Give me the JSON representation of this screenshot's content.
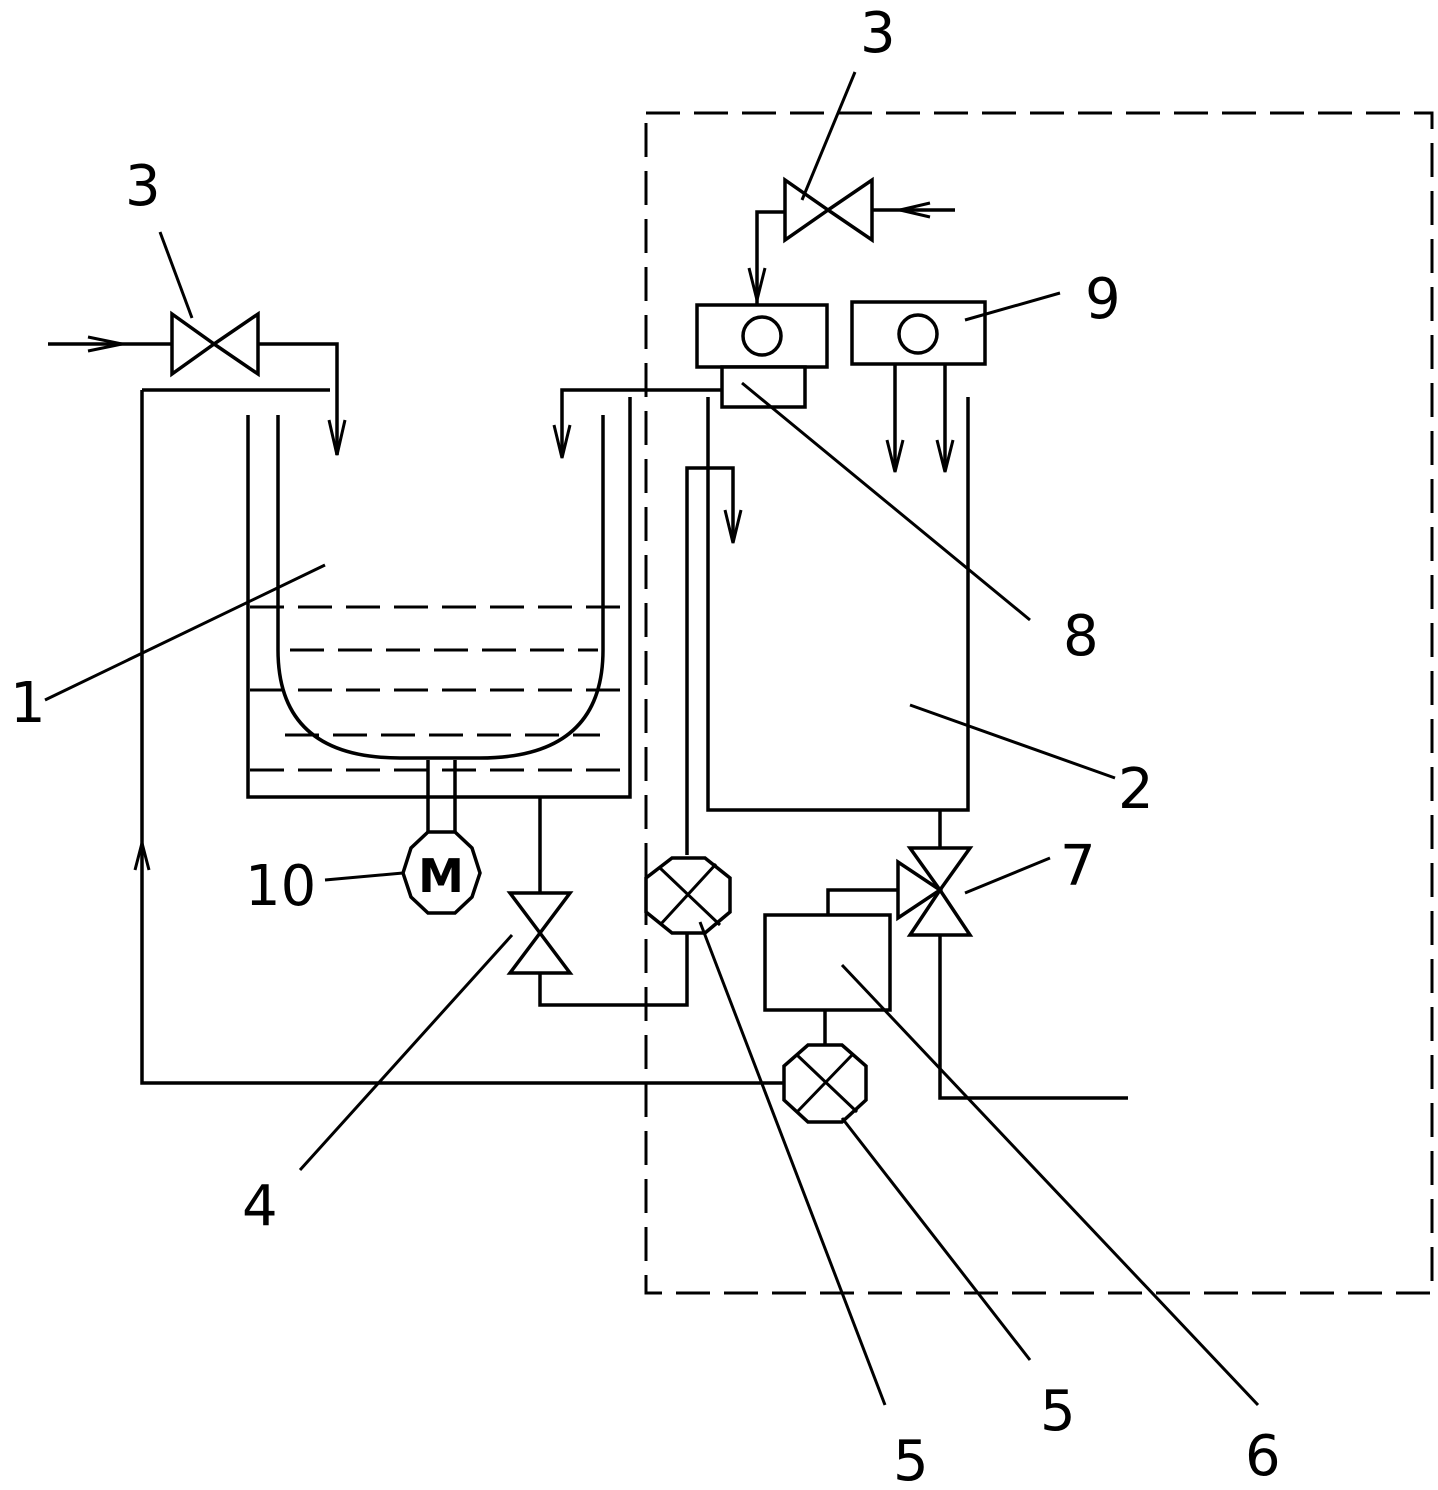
{
  "diagram": {
    "colors": {
      "stroke": "#000000",
      "background": "#ffffff"
    },
    "motor_symbol": "M",
    "labels": {
      "l1": "1",
      "l2": "2",
      "l3_left": "3",
      "l3_right": "3",
      "l4": "4",
      "l5_a": "5",
      "l5_b": "5",
      "l6": "6",
      "l7": "7",
      "l8": "8",
      "l9": "9",
      "l10": "10"
    }
  }
}
